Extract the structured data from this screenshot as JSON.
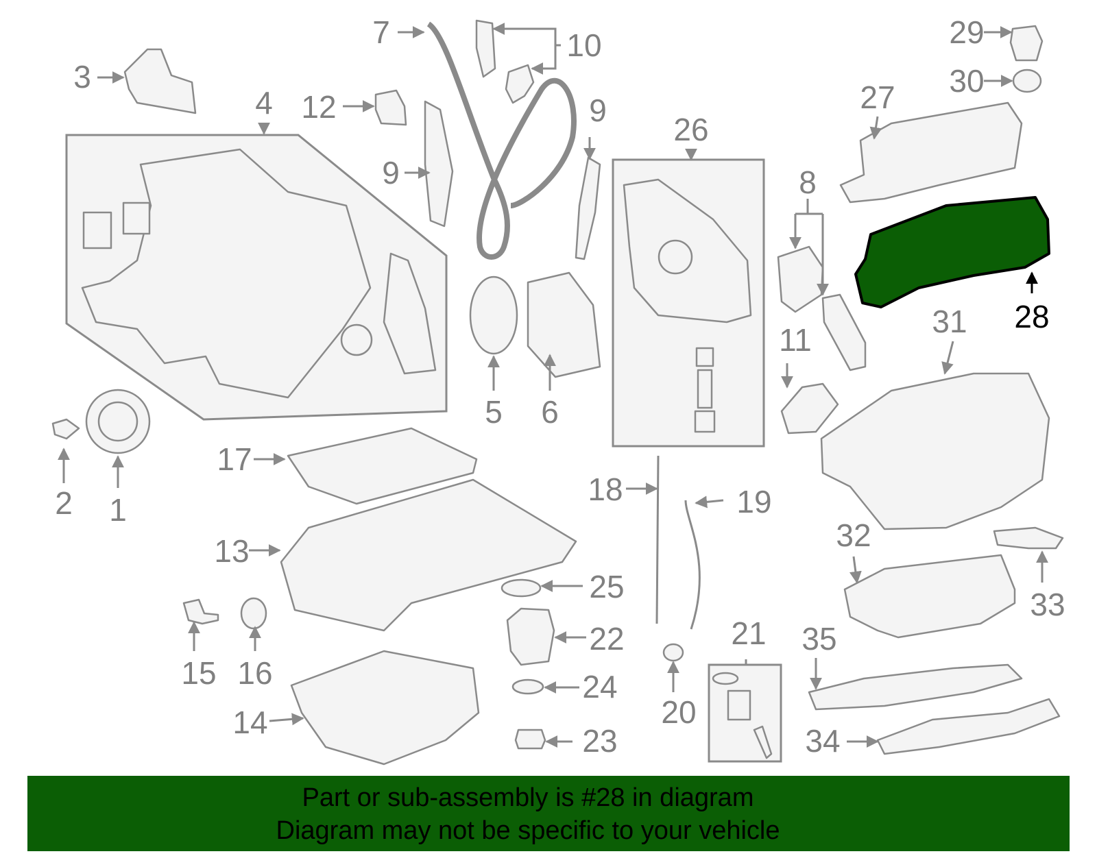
{
  "diagram": {
    "callouts": [
      "1",
      "2",
      "3",
      "4",
      "5",
      "6",
      "7",
      "8",
      "9",
      "9",
      "10",
      "11",
      "12",
      "13",
      "14",
      "15",
      "16",
      "17",
      "18",
      "19",
      "20",
      "21",
      "22",
      "23",
      "24",
      "25",
      "26",
      "27",
      "28",
      "29",
      "30",
      "31",
      "32",
      "33",
      "34",
      "35"
    ],
    "highlight_part": "28",
    "highlight_color": "#0b5e05"
  },
  "banner": {
    "line1": "Part or sub-assembly is #28 in diagram",
    "line2": "Diagram may not be specific to your vehicle",
    "background": "#0b5e05"
  }
}
